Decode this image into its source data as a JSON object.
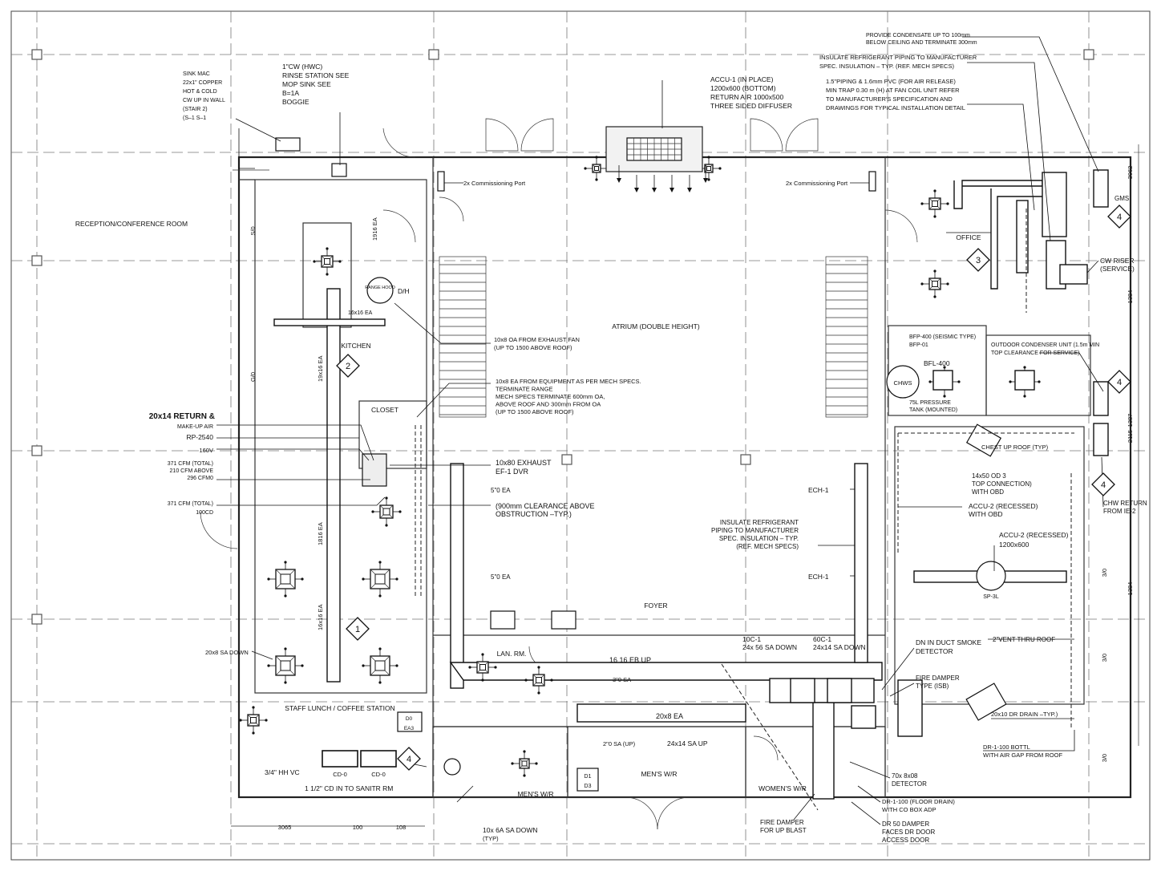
{
  "rooms": {
    "reception": "RECEPTION/CONFERENCE ROOM",
    "kitchen": "KITCHEN",
    "closet": "CLOSET",
    "atrium": "ATRIUM (DOUBLE HEIGHT)",
    "office": "OFFICE",
    "foyer": "FOYER",
    "lan": "LAN. RM.",
    "staff": "STAFF LUNCH / COFFEE STATION",
    "mens1": "MEN'S W/R",
    "mens2": "MEN'S W/R",
    "womens": "WOMEN'S W/R"
  },
  "notes": {
    "sink": [
      "SINK MAC",
      "22x1\" COPPER",
      "HOT & COLD",
      "CW UP IN WALL",
      "(STAIR 2)",
      "(S–1     S–1"
    ],
    "cw": [
      "1\"CW (HWC)",
      "RINSE STATION SEE",
      "MOP SINK SEE",
      "B=1A",
      "BOGGIE"
    ],
    "accu1": [
      "ACCU-1 (IN PLACE)",
      "1200x600 (BOTTOM)",
      "RETURN AIR 1000x500",
      "THREE SIDED DIFFUSER"
    ],
    "condensate": [
      "PROVIDE CONDENSATE UP TO 100mm",
      "BELOW CEILING AND TERMINATE 300mm"
    ],
    "insulate1": [
      "INSULATE REFRIGERANT PIPING TO MANUFACTURER",
      "SPEC. INSULATION – TYP. (REF. MECH SPECS)"
    ],
    "piping": [
      "1.5\"PIPING & 1.6mm PVC (FOR AIR RELEASE)",
      "MIN TRAP 0.30 m (H) AT FAN COIL UNIT REFER",
      "TO MANUFACTURER'S SPECIFICATION AND",
      "DRAWINGS FOR TYPICAL INSTALLATION DETAIL"
    ],
    "commission_l": "2x Commissioning Port",
    "commission_r": "2x Commissioning Port",
    "oa_exhaust": [
      "10x8 OA FROM EXHAUST FAN",
      "(UP TO 1500 ABOVE ROOF)"
    ],
    "ea_equip": [
      "10x8 EA FROM EQUIPMENT AS PER MECH SPECS.",
      "TERMINATE RANGE",
      "MECH SPECS TERMINATE 600mm OA,",
      "ABOVE ROOF AND 300mm FROM OA",
      "(UP TO 1500 ABOVE ROOF)"
    ],
    "return20": "20x14 RETURN &",
    "makeup": "MAKE-UP AIR",
    "rp": "RP-2540",
    "v160": "160V",
    "cfm1": [
      "371 CFM (TOTAL)",
      "210 CFM ABOVE",
      "296 CFM0"
    ],
    "cfm2": [
      "371 CFM (TOTAL)",
      "100CD"
    ],
    "exhaust": [
      "10x80 EXHAUST",
      "EF-1 DVR"
    ],
    "sea1": "5\"0 EA",
    "clearance": [
      "(900mm CLEARANCE ABOVE",
      "OBSTRUCTION –TYP.)"
    ],
    "sea2": "5\"0 EA",
    "range": "RANGE HOOD",
    "dh": "D/H",
    "ea1916": "1916 EA",
    "ea16": "16x16 EA",
    "ea1916b": "19x16 EA",
    "ea1816": "1816 EA",
    "ea1616": "16x16 EA",
    "sa_down": "20x8 SA DOWN",
    "hwc": "3/4\" HH VC",
    "cd": "1 1/2\" CD IN TO SANITR RM",
    "sa_up": "16 16 EB UP",
    "sa3": "3\"0 SA",
    "ea20": "20x8 EA",
    "sa2": "2\"0 SA (UP)",
    "sa24": "24x14 SA UP",
    "sa_down2": "10x 6A SA DOWN",
    "sa_down2b": "(TYP)",
    "gms": "GMS",
    "cw_riser": [
      "CW RISER",
      "(SERVICE)"
    ],
    "bfp": [
      "BFP-400 (SEISMIC TYPE)",
      "BFP-01"
    ],
    "odu": [
      "OUTDOOR CONDENSER UNIT (1.5m MIN",
      "TOP CLEARANCE FOR SERVICE)"
    ],
    "chws": "CHWS",
    "pressure": [
      "75L PRESSURE",
      "TANK (MOUNTED)"
    ],
    "bfp_label": "BFL-400",
    "roof": "CHEST UP ROOF (TYP)",
    "ech1a": "ECH-1",
    "ech1b": "ECH-1",
    "oa": [
      "14x50 OD 3",
      "TOP CONNECTION)",
      "WITH OBD"
    ],
    "accu2a": [
      "ACCU-2 (RECESSED)",
      "WITH OBD"
    ],
    "accu2b": [
      "ACCU-2 (RECESSED)",
      "1200x600"
    ],
    "sp": "SP-3L",
    "insulate2": [
      "INSULATE REFRIGERANT",
      "PIPING TO MANUFACTURER",
      "SPEC. INSULATION – TYP.",
      "(REF. MECH SPECS)"
    ],
    "chw_return": [
      "CHW RETURN",
      "FROM IE-2"
    ],
    "vent": "2\"VENT THRU ROOF",
    "smoke": [
      "DN IN DUCT SMOKE",
      "DETECTOR"
    ],
    "damper": [
      "FIRE DAMPER",
      "TYPE (ISB)"
    ],
    "sa_down3a": [
      "10C-1",
      "24x 56 SA DOWN"
    ],
    "sa_down3b": [
      "60C-1",
      "24x14 SA DOWN"
    ],
    "drain2": "20x10 DR DRAIN –TYP.)",
    "dr_roof": [
      "DR-1-100 BOTTL",
      "WITH AIR GAP FROM ROOF"
    ],
    "smoke2": [
      "70x 8x08",
      "DETECTOR"
    ],
    "floor_drain": [
      "DR-1-100 (FLOOR DRAIN)",
      "WITH CO BOX ADP"
    ],
    "damper2": [
      "FIRE DAMPER",
      "FOR UP BLAST"
    ],
    "access": [
      "DR 50 DAMPER",
      "FACES DR DOOR",
      "ACCESS DOOR"
    ],
    "grille": [
      "D0",
      "EA3"
    ],
    "cd1": "CD-0",
    "cd2": "CD-0",
    "d1": "D1",
    "d2": "D3"
  },
  "tags": [
    "1",
    "2",
    "3",
    "4",
    "4",
    "4",
    "4"
  ],
  "dimensions": {
    "bottom": [
      "3065",
      "100",
      "108"
    ],
    "right": [
      "3962",
      "1384",
      "1387",
      "2115",
      "3/0",
      "1384",
      "3/0",
      "3/0"
    ],
    "left": [
      "S/0",
      "G/0"
    ]
  }
}
